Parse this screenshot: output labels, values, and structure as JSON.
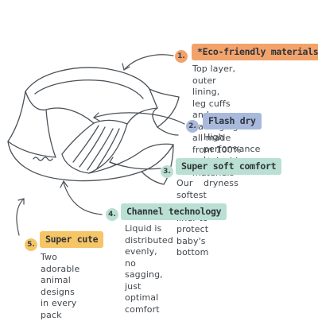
{
  "colors": {
    "orange": "#f2a36b",
    "blue": "#a8b9dc",
    "green": "#b9e0d2",
    "yellow": "#f6c566",
    "line": "#4a5158"
  },
  "features": [
    {
      "number": "1.",
      "title": "*Eco-friendly materials",
      "description": "Top layer, outer lining,\nleg cuffs and packaging\nall made from 100%\nsustainable materials"
    },
    {
      "number": "2.",
      "title": "Flash dry",
      "description": "High performance layer\nfor instant dryness"
    },
    {
      "number": "3.",
      "title": "Super soft comfort",
      "description": "Our softest ever liner to\nprotect baby's bottom"
    },
    {
      "number": "4.",
      "title": "Channel technology",
      "description": "Liquid is distributed evenly,\nno sagging, just optimal comfort"
    },
    {
      "number": "5.",
      "title": "Super cute",
      "description": "Two adorable animal\ndesigns in every pack"
    }
  ]
}
